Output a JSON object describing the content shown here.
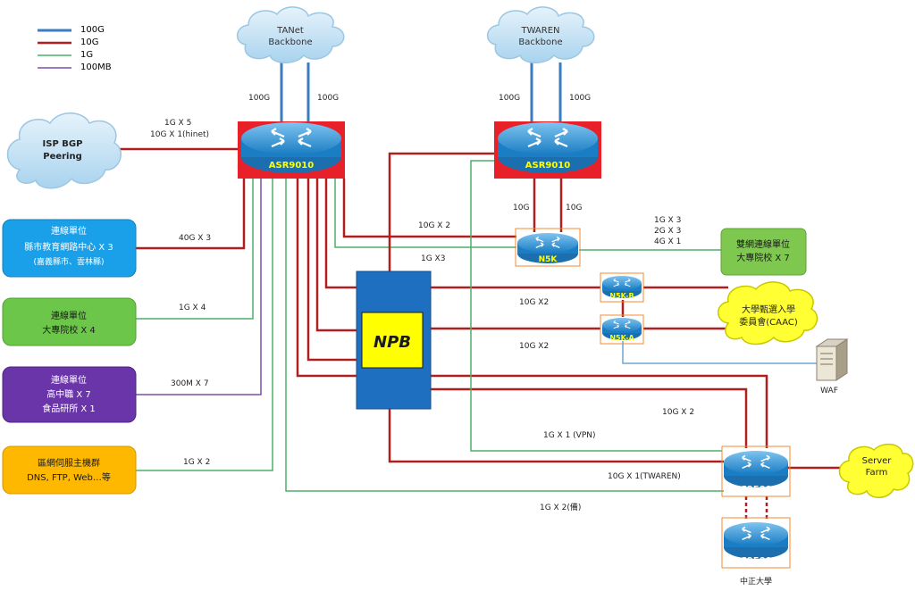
{
  "legend": [
    {
      "label": "100G",
      "color": "#3b7bbf"
    },
    {
      "label": "10G",
      "color": "#b01e1e"
    },
    {
      "label": "1G",
      "color": "#4caf6a"
    },
    {
      "label": "100MB",
      "color": "#7c4fb0"
    }
  ],
  "colors": {
    "red": "#b01e1e",
    "blue": "#3b7bbf",
    "green": "#4caf6a",
    "purple": "#7c4fb0",
    "light_blue": "#6aa6d6",
    "router_label": "#ffff00",
    "npb_box": "#1f6fc0",
    "npb_label": "#ffff00"
  },
  "clouds": {
    "tanet": {
      "line1": "TANet",
      "line2": "Backbone"
    },
    "twaren": {
      "line1": "TWAREN",
      "line2": "Backbone"
    },
    "isp": {
      "line1": "ISP BGP",
      "line2": "Peering"
    },
    "caac": {
      "line1": "大學甄選入學",
      "line2": "委員會(CAAC)"
    },
    "server_farm": {
      "line1": "Server",
      "line2": "Farm"
    }
  },
  "routers": {
    "asr_left": "ASR9010",
    "asr_right": "ASR9010",
    "n5k": "N5K",
    "n5k_b": "N5K-B",
    "n5k_a": "N5K-A",
    "c9500_top": "C9500",
    "c9500_bottom": "C9500"
  },
  "npb": "NPB",
  "waf": "WAF",
  "ccu": "中正大學",
  "units": {
    "county": {
      "line1": "連線單位",
      "line2": "縣市教育網路中心 X 3",
      "line3": "(嘉義縣市、雲林縣)",
      "color": "#1aa0e8"
    },
    "college": {
      "line1": "連線單位",
      "line2": "大專院校 X 4",
      "color": "#6cc64a"
    },
    "highschool": {
      "line1": "連線單位",
      "line2": "高中職 X 7",
      "line3": "食品研所 X 1",
      "color": "#6a35a8"
    },
    "servers": {
      "line1": "區網伺服主機群",
      "line2": "DNS, FTP, Web…等",
      "color": "#ffb800"
    },
    "dual": {
      "line1": "雙網連線單位",
      "line2": "大專院校 X 7",
      "color": "#7ec850"
    }
  },
  "links": {
    "tanet_left": "100G",
    "tanet_right": "100G",
    "twaren_left": "100G",
    "twaren_right": "100G",
    "isp_1": "1G X 5",
    "isp_2": "10G X 1(hinet)",
    "county": "40G X 3",
    "college": "1G X 4",
    "highschool": "300M X 7",
    "servers": "1G X 2",
    "asr_n5k_left": "10G",
    "asr_n5k_right": "10G",
    "n5k_10g": "10G X 2",
    "n5k_1g": "1G X3",
    "dual_1": "1G X 3",
    "dual_2": "2G X 3",
    "dual_3": "4G X 1",
    "n5kb": "10G X2",
    "n5ka": "10G X2",
    "c9500_10g": "10G X 2",
    "vpn": "1G X 1 (VPN)",
    "twaren_link": "10G X 1(TWAREN)",
    "backup": "1G X 2(備)"
  }
}
